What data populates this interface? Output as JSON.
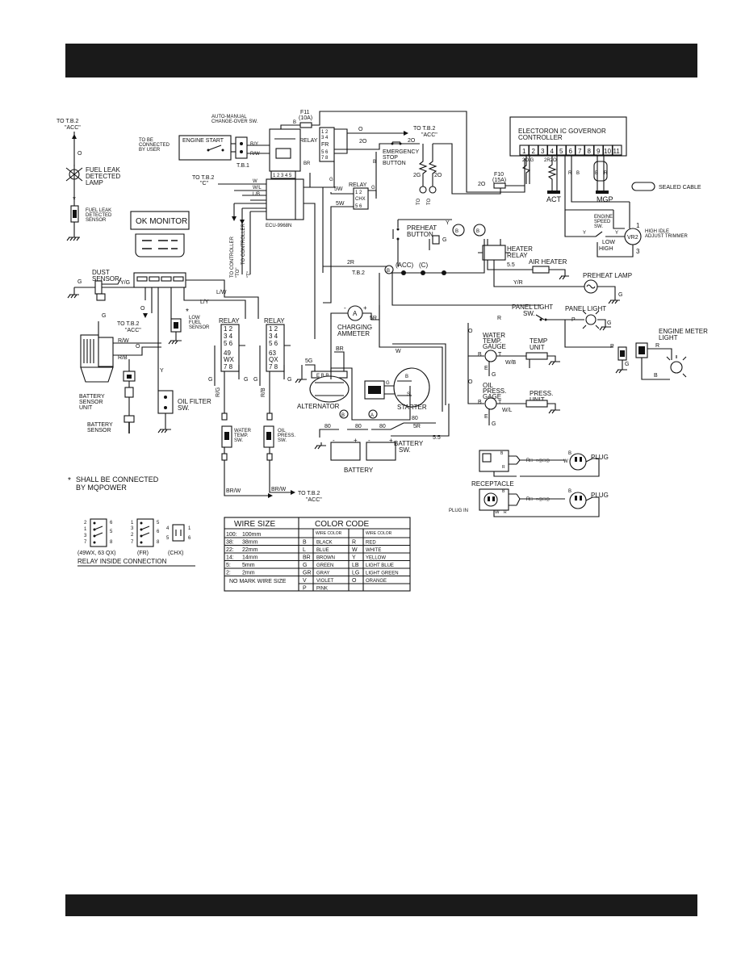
{
  "fuel": {
    "to_tb2": "TO T.B.2",
    "acc": "\"ACC\"",
    "wire_o": "O",
    "lamp": [
      "FUEL LEAK",
      "DETECTED",
      "LAMP"
    ],
    "star": "*",
    "sensor": [
      "FUEL LEAK",
      "DETECTED",
      "SENSOR"
    ]
  },
  "switch": {
    "label": [
      "AUTO-MANUAL",
      "CHANGE-OVER   SW."
    ],
    "engine_start": "ENGINE START",
    "user": [
      "TO BE",
      "CONNECTED",
      "BY USER"
    ],
    "tb1": "T.B.1",
    "ry": "R/Y",
    "rw": "R/W"
  },
  "fuse": {
    "f11": "F11",
    "f11_rating": "(10A)",
    "f10": "F10",
    "f10_rating": "(15A)"
  },
  "relay_fr": {
    "label": "RELAY",
    "fr": "FR",
    "pins": [
      "1 2",
      "3 4",
      "5 6",
      "7 8"
    ]
  },
  "relay_chx": {
    "label": "RELAY",
    "chx": "CHX",
    "pins": [
      "1 2",
      "3 4",
      "5 6"
    ]
  },
  "ecu": {
    "label": "ECU-9968N",
    "pins": "1 2 3 4 5",
    "to_tb2": "TO T.B.2",
    "c": "\"C\""
  },
  "controller_labels": [
    "TO CONTROLLER",
    "\"TO\"",
    "TO CONTROLLER",
    "\"T\""
  ],
  "ok_monitor": "OK MONITOR",
  "dust": {
    "label": [
      "DUST",
      "SENSOR"
    ],
    "g": "G",
    "yg": "Y/G"
  },
  "wires": {
    "lw": "L/W",
    "ly": "L/Y",
    "o": "O",
    "rw": "R/W",
    "rb": "R/B",
    "y": "Y",
    "g": "G",
    "five_g": "5G",
    "br": "BR",
    "w": "W",
    "two_r": "2R",
    "five_w": "5W",
    "five_r": "5R",
    "eighty": "80",
    "five_five": "5.5",
    "r": "R",
    "rg": "R/G",
    "rb2": "R/B",
    "brw": "BR/W",
    "wb": "W/B",
    "wl": "W/L",
    "two_o": "2O",
    "two_g": "2G",
    "b": "B"
  },
  "tb2_acc": {
    "to": "TO T.B.2",
    "acc": "\"ACC\""
  },
  "low_fuel": {
    "star": "*",
    "label": [
      "LOW",
      "FUEL",
      "SENSOR"
    ]
  },
  "battery_sensor": {
    "unit": [
      "BATTERY",
      "SENSOR",
      "UNIT"
    ],
    "sensor": [
      "BATTERY",
      "SENSOR"
    ]
  },
  "oil_filter": [
    "OIL FILTER",
    "SW."
  ],
  "relay_49wx": {
    "label": "RELAY",
    "pins_top": [
      "1 2",
      "3 4",
      "5 6"
    ],
    "code": [
      "49",
      "WX"
    ],
    "pins_bottom": "7 8"
  },
  "relay_63qx": {
    "label": "RELAY",
    "pins_top": [
      "1 2",
      "3 4",
      "5 6"
    ],
    "code": [
      "63",
      "QX"
    ],
    "pins_bottom": "7 8"
  },
  "water_temp_sw": [
    "WATER",
    "TEMP.",
    "SW."
  ],
  "oil_press_sw": [
    "OIL",
    "PRESS.",
    "SW."
  ],
  "note": {
    "star": "*",
    "line1": "SHALL BE CONNECTED",
    "line2": "BY MQPOWER"
  },
  "bottom_tb2": {
    "to": "TO T.B.2",
    "acc": "\"ACC\""
  },
  "relay_inside": {
    "labels": [
      "(49WX, 63 QX)",
      "(FR)",
      "(CHX)"
    ],
    "caption": "RELAY INSIDE CONNECTION",
    "pins_a": [
      "2",
      "1",
      "3",
      "7",
      "6",
      "5",
      "8"
    ],
    "pins_b": [
      "1",
      "3",
      "2",
      "4",
      "7",
      "5",
      "6",
      "8"
    ],
    "pins_c": [
      "4",
      "5",
      "1",
      "6"
    ]
  },
  "legend": {
    "wire_size_title": "WIRE SIZE",
    "color_code_title": "COLOR CODE",
    "sizes": [
      {
        "code": "100:",
        "value": "100mm"
      },
      {
        "code": "38:",
        "value": "38mm"
      },
      {
        "code": "22:",
        "value": "22mm"
      },
      {
        "code": "14:",
        "value": "14mm"
      },
      {
        "code": "5:",
        "value": "5mm"
      },
      {
        "code": "2:",
        "value": "2mm"
      }
    ],
    "no_mark": "NO MARK WIRE SIZE",
    "wire_color_hdr": "WIRE COLOR",
    "colors": [
      {
        "c1": "B",
        "n1": "BLACK",
        "c2": "R",
        "n2": "RED"
      },
      {
        "c1": "L",
        "n1": "BLUE",
        "c2": "W",
        "n2": "WHITE"
      },
      {
        "c1": "BR",
        "n1": "BROWN",
        "c2": "Y",
        "n2": "YELLOW"
      },
      {
        "c1": "G",
        "n1": "GREEN",
        "c2": "LB",
        "n2": "LIGHT BLUE"
      },
      {
        "c1": "GR",
        "n1": "GRAY",
        "c2": "LG",
        "n2": "LIGHT GREEN"
      },
      {
        "c1": "V",
        "n1": "VIOLET",
        "c2": "O",
        "n2": "ORANGE"
      },
      {
        "c1": "P",
        "n1": "PINK",
        "c2": "",
        "n2": ""
      }
    ]
  },
  "governor": {
    "title": [
      "ELECTORON IC GOVERNOR",
      "CONTROLLER"
    ],
    "pins": [
      "1",
      "2",
      "3",
      "4",
      "5",
      "6",
      "7",
      "8",
      "9",
      "10",
      "11"
    ],
    "act": "ACT",
    "mgp": "MGP",
    "sealed": "SEALED CABLE",
    "wires_left": "2O/G",
    "wires_mid": "2R2O",
    "b": "B",
    "r": "R"
  },
  "tb2_top": {
    "to": "TO T.B.2",
    "acc": "\"ACC\""
  },
  "emergency": [
    "EMERGENCY",
    "STOP",
    "BUTTON"
  ],
  "to_labels": [
    "TO",
    "TO"
  ],
  "speed": {
    "engine_speed": [
      "ENGINE",
      "SPEED",
      "SW."
    ],
    "trimmer": [
      "HIGH IDLE",
      "ADJUST TRIMMER"
    ],
    "vr2": "VR2",
    "low": "LOW",
    "high": "HIGH",
    "one": "1",
    "three": "3",
    "y": "Y"
  },
  "preheat": {
    "button": [
      "PREHEAT",
      "BUTTON"
    ],
    "y": "Y",
    "g": "G"
  },
  "heater": {
    "relay": [
      "HEATER",
      "RELAY"
    ],
    "air_heater": "AIR HEATER",
    "preheat_lamp": "PREHEAT LAMP",
    "yr": "Y/R",
    "g": "G"
  },
  "tb2": {
    "label": "T.B.2",
    "b": "B",
    "acc": "(ACC)",
    "c": "(C)"
  },
  "ammeter": {
    "a": "A",
    "minus": "-",
    "plus": "+",
    "label": [
      "CHARGING",
      "AMMETER"
    ]
  },
  "panel": {
    "sw": [
      "PANEL LIGHT",
      "SW."
    ],
    "light": "PANEL LIGHT",
    "p": "P",
    "g": "G"
  },
  "engine_meter": [
    "ENGINE METER",
    "LIGHT"
  ],
  "water_gauge": {
    "label": [
      "WATER",
      "TEMP.",
      "GAUGE"
    ],
    "b": "B",
    "t": "T",
    "e": "E",
    "g": "G"
  },
  "temp_unit": [
    "TEMP",
    "UNIT"
  ],
  "oil_gauge": {
    "label": [
      "OIL",
      "PRESS.",
      "GAGE"
    ],
    "b": "B",
    "t": "T",
    "e": "E",
    "g": "G"
  },
  "press_unit": [
    "PRESS.",
    "UNIT"
  ],
  "alternator": {
    "label": "ALTERNATOR",
    "terminals": "E  B  R"
  },
  "starter": {
    "label": "STARTER",
    "b": "B",
    "s": "S",
    "g": "G"
  },
  "battery": {
    "label": "BATTERY",
    "sw": [
      "BATTERY",
      "SW."
    ],
    "b": "B",
    "a": "A"
  },
  "plugs": {
    "plug": "PLUG",
    "receptacle": "RECEPTACLE",
    "plug_in": "PLUG IN",
    "wire": "R□~○◎□◎",
    "w": "W",
    "r": "R",
    "b": "B"
  }
}
